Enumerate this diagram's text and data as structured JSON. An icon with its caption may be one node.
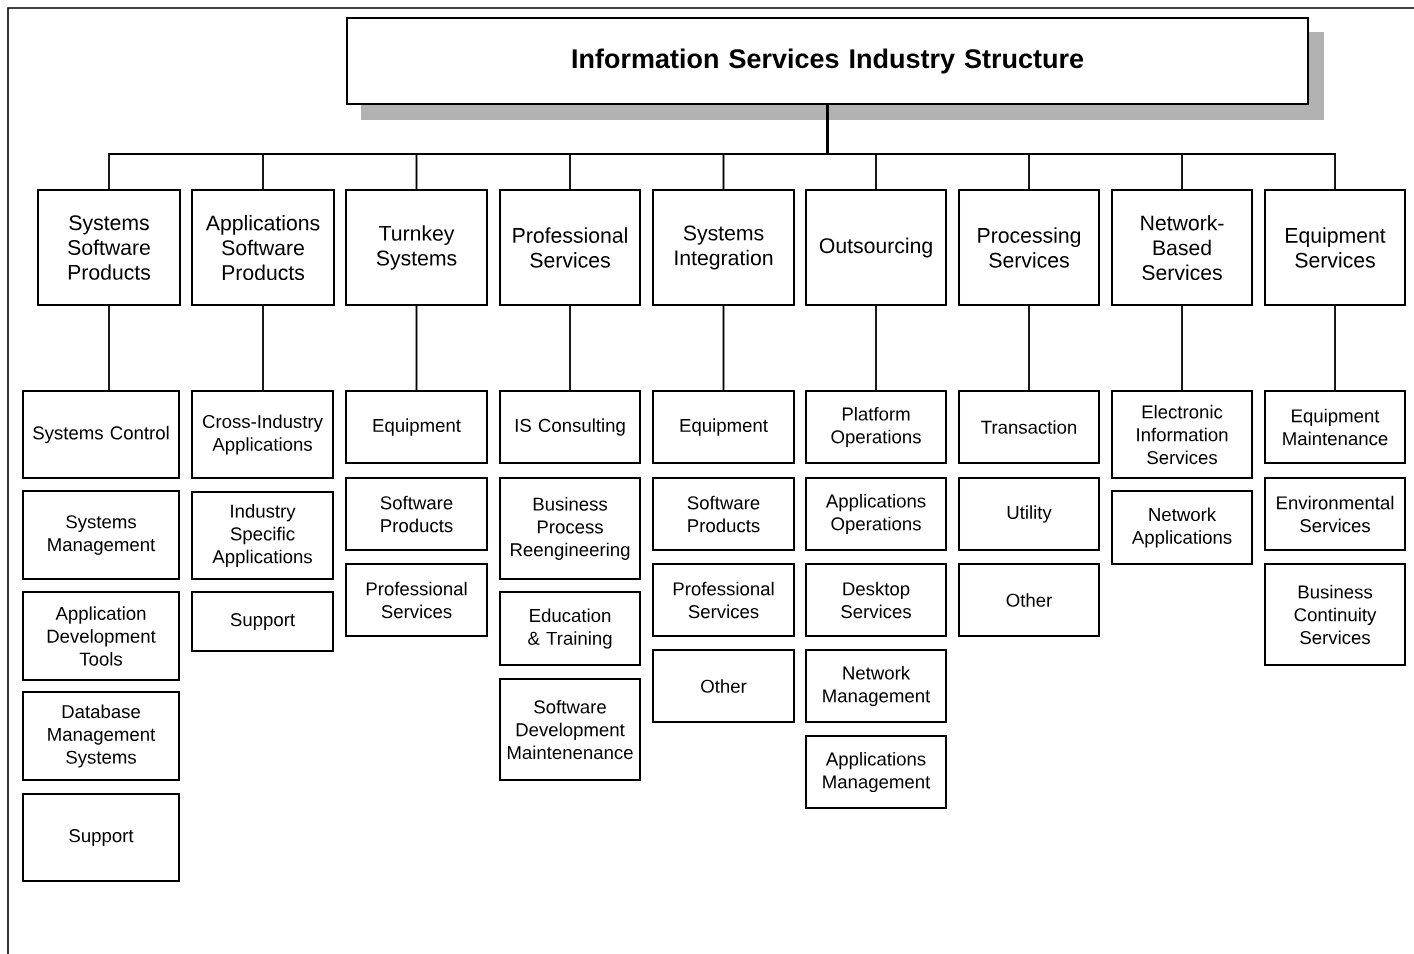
{
  "diagram": {
    "nodes": [
      {
        "text": [
          "Information Services Industry Structure"
        ]
      },
      {
        "text": [
          "Systems Software Products"
        ]
      },
      {
        "text": [
          "Applications Software Products"
        ]
      },
      {
        "text": [
          "Turnkey Systems"
        ]
      },
      {
        "text": [
          "Professional Services"
        ]
      },
      {
        "text": [
          "Systems Integration"
        ]
      },
      {
        "text": [
          "Outsourcing"
        ]
      },
      {
        "text": [
          "Processing Services"
        ]
      },
      {
        "text": [
          "Network-Based Services"
        ]
      },
      {
        "text": [
          "Equipment Services"
        ]
      },
      {
        "text": [
          "Systems Control"
        ]
      },
      {
        "text": [
          "Systems Management"
        ]
      },
      {
        "text": [
          "Application Development Tools"
        ]
      },
      {
        "text": [
          "Database Management Systems"
        ]
      },
      {
        "text": [
          "Support"
        ]
      },
      {
        "text": [
          "Cross-Industry Applications"
        ]
      },
      {
        "text": [
          "Industry Specific Applications"
        ]
      },
      {
        "text": [
          "Support"
        ]
      },
      {
        "text": [
          "Equipment"
        ]
      },
      {
        "text": [
          "Software Products"
        ]
      },
      {
        "text": [
          "Professional Services"
        ]
      },
      {
        "text": [
          "IS Consulting"
        ]
      },
      {
        "text": [
          "Business Process Reengineering"
        ]
      },
      {
        "text": [
          "Education & Training"
        ]
      },
      {
        "text": [
          "Software Development Maintenenance"
        ]
      },
      {
        "text": [
          "Equipment"
        ]
      },
      {
        "text": [
          "Software Products"
        ]
      },
      {
        "text": [
          "Professional Services"
        ]
      },
      {
        "text": [
          "Other"
        ]
      },
      {
        "text": [
          "Platform Operations"
        ]
      },
      {
        "text": [
          "Applications Operations"
        ]
      },
      {
        "text": [
          "Desktop Services"
        ]
      },
      {
        "text": [
          "Network Management"
        ]
      },
      {
        "text": [
          "Applications Management"
        ]
      },
      {
        "text": [
          "Transaction"
        ]
      },
      {
        "text": [
          "Utility"
        ]
      },
      {
        "text": [
          "Other"
        ]
      },
      {
        "text": [
          "Electronic Information Services"
        ]
      },
      {
        "text": [
          "Network Applications"
        ]
      },
      {
        "text": [
          "Equipment Maintenance"
        ]
      },
      {
        "text": [
          "Environmental Services"
        ]
      },
      {
        "text": [
          "Business Continuity Services"
        ]
      }
    ],
    "edges": [
      {
        "from": 0,
        "to": 1,
        "arrow": "none"
      },
      {
        "from": 0,
        "to": 2,
        "arrow": "none"
      },
      {
        "from": 0,
        "to": 3,
        "arrow": "none"
      },
      {
        "from": 0,
        "to": 4,
        "arrow": "none"
      },
      {
        "from": 0,
        "to": 5,
        "arrow": "none"
      },
      {
        "from": 0,
        "to": 6,
        "arrow": "none"
      },
      {
        "from": 0,
        "to": 7,
        "arrow": "none"
      },
      {
        "from": 0,
        "to": 8,
        "arrow": "none"
      },
      {
        "from": 0,
        "to": 9,
        "arrow": "none"
      },
      {
        "from": 1,
        "to": 10,
        "arrow": "none"
      },
      {
        "from": 2,
        "to": 15,
        "arrow": "none"
      },
      {
        "from": 3,
        "to": 18,
        "arrow": "none"
      },
      {
        "from": 4,
        "to": 21,
        "arrow": "none"
      },
      {
        "from": 5,
        "to": 25,
        "arrow": "none"
      },
      {
        "from": 6,
        "to": 29,
        "arrow": "none"
      },
      {
        "from": 7,
        "to": 34,
        "arrow": "none"
      },
      {
        "from": 8,
        "to": 37,
        "arrow": "none"
      },
      {
        "from": 9,
        "to": 39,
        "arrow": "none"
      }
    ]
  }
}
